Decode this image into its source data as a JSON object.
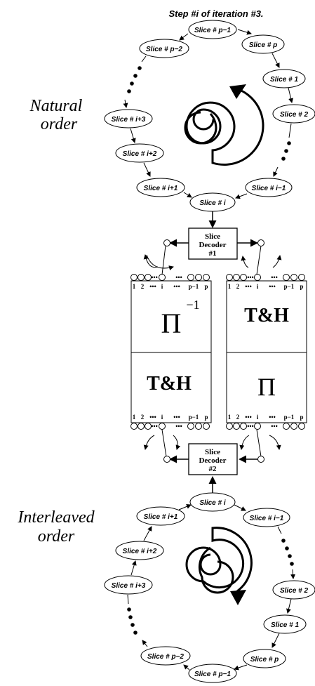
{
  "title": "Step #i of iteration #3.",
  "natural_label": [
    "Natural",
    "order"
  ],
  "interleaved_label": [
    "Interleaved",
    "order"
  ],
  "natural_slices": [
    "Slice # p−1",
    "Slice # p",
    "Slice # 1",
    "Slice # 2",
    "Slice # i−1",
    "Slice # i",
    "Slice # i+1",
    "Slice # i+2",
    "Slice # i+3",
    "Slice # p−2"
  ],
  "interleaved_slices": [
    "Slice # i",
    "Slice # i−1",
    "Slice # 2",
    "Slice # 1",
    "Slice # p",
    "Slice # p−1",
    "Slice # p−2",
    "Slice # i+3",
    "Slice # i+2",
    "Slice # i+1"
  ],
  "decoder1": [
    "Slice",
    "Decoder",
    "#1"
  ],
  "decoder2": [
    "Slice",
    "Decoder",
    "#2"
  ],
  "left_block": {
    "top": "Π",
    "top_sup": "−1",
    "bottom": "T&H"
  },
  "right_block": {
    "top": "T&H",
    "bottom": "Π"
  },
  "index_labels": {
    "one": "1",
    "two": "2",
    "dots": "•••",
    "i": "i",
    "pm1": "p−1",
    "p": "p"
  }
}
